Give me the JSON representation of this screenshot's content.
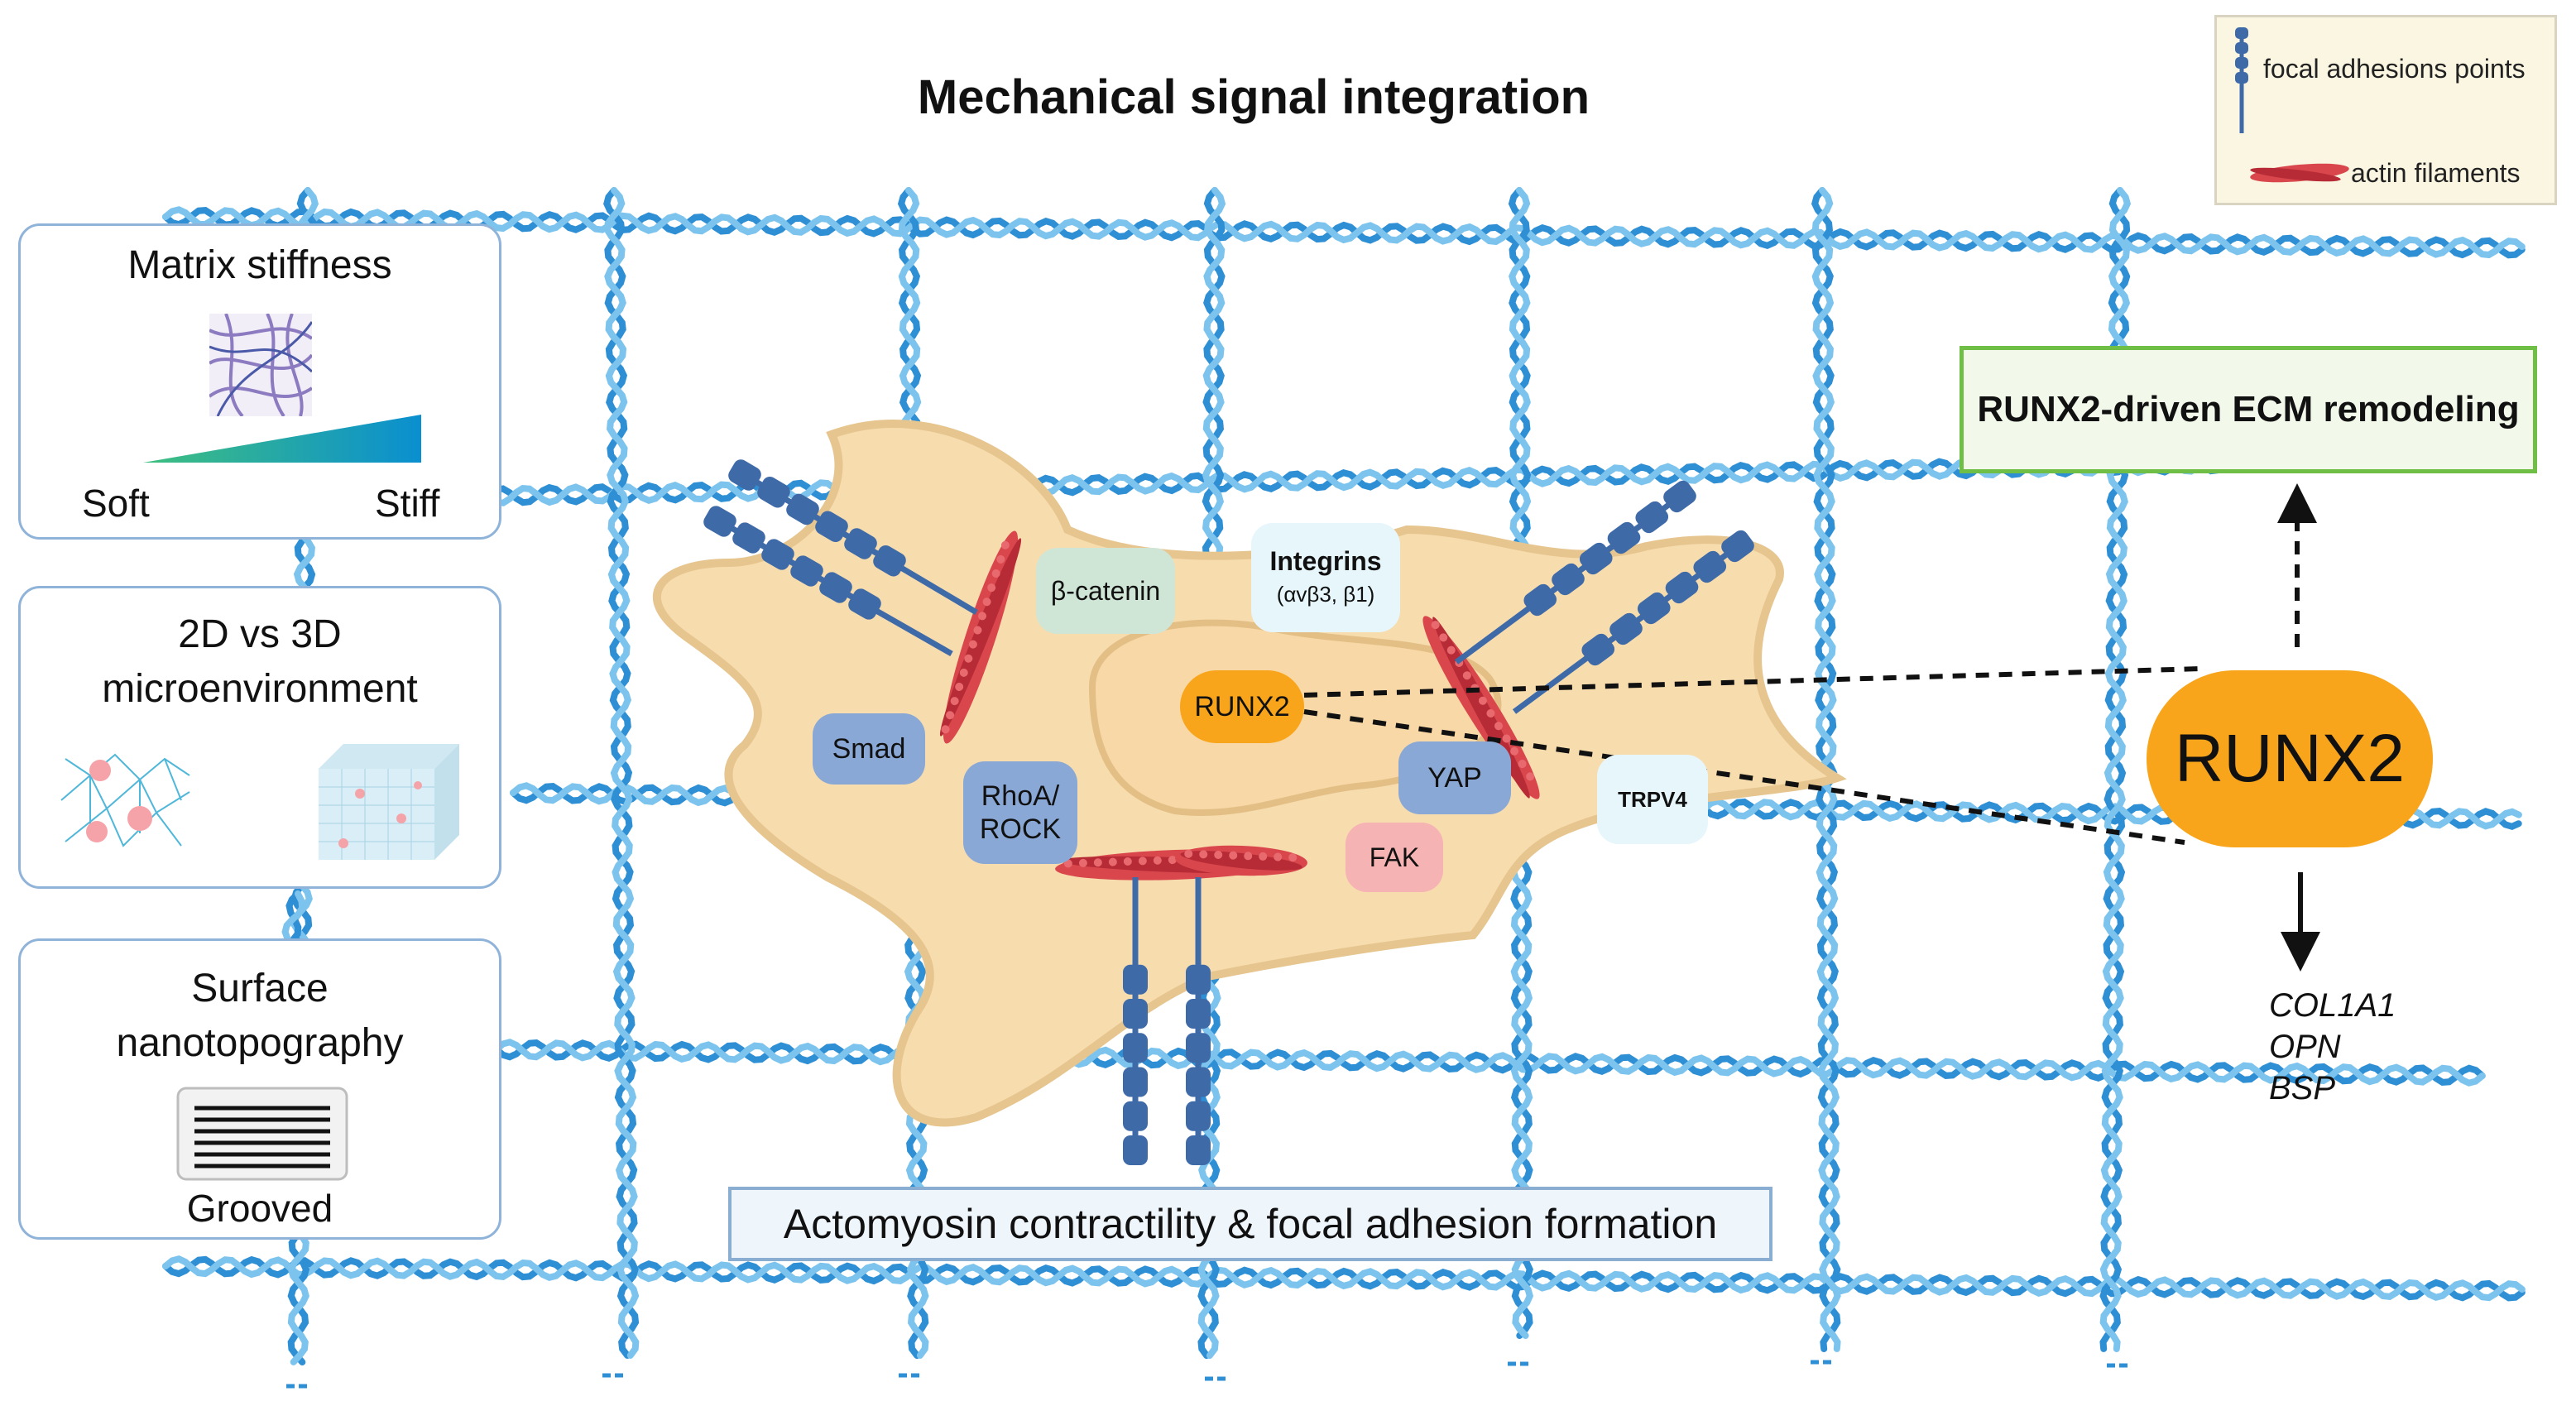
{
  "title": "Mechanical signal integration",
  "legend": {
    "focal_adhesion": "focal adhesions points",
    "actin": "actin filaments"
  },
  "panels": {
    "stiffness": {
      "title": "Matrix stiffness",
      "soft": "Soft",
      "stiff": "Stiff"
    },
    "dimension": {
      "title_line1": "2D vs 3D",
      "title_line2": "microenvironment"
    },
    "nano": {
      "title_line1": "Surface",
      "title_line2": "nanotopography",
      "caption": "Grooved"
    }
  },
  "cell_nodes": {
    "beta_catenin": "β-catenin",
    "integrins": "Integrins",
    "integrins_sub": "(αvβ3, β1)",
    "runx2": "RUNX2",
    "smad": "Smad",
    "rhoa_line1": "RhoA/",
    "rhoa_line2": "ROCK",
    "yap": "YAP",
    "fak": "FAK",
    "trpv4": "TRPV4"
  },
  "ecm_box": "RUNX2-driven ECM remodeling",
  "runx2_big": "RUNX2",
  "genes": [
    "COL1A1",
    "OPN",
    "BSP"
  ],
  "bottom_box": "Actomyosin contractility & focal adhesion formation",
  "colors": {
    "fiber": "#2f8fd4",
    "cell": "#f7dcae",
    "cell_edge": "#e6c58f",
    "runx2": "#f8a51c",
    "actin": "#d9474d",
    "adhesion": "#3f6aa8",
    "node_blue": "#8aa8d6",
    "node_green": "#cfe6d6",
    "node_cyan": "#e6f6fb",
    "node_pink": "#f6b3b3",
    "ecm_border": "#6fbe45"
  }
}
